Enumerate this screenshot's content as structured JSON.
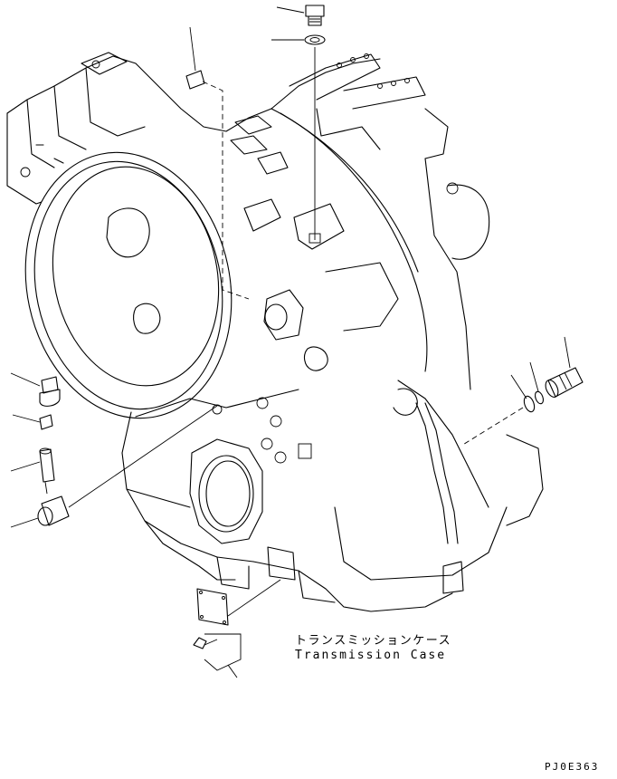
{
  "caption": {
    "japanese": "トランスミッションケース",
    "english": "Transmission Case"
  },
  "drawing_code": "PJ0E363",
  "colors": {
    "ink": "#000000",
    "paper": "#ffffff"
  }
}
